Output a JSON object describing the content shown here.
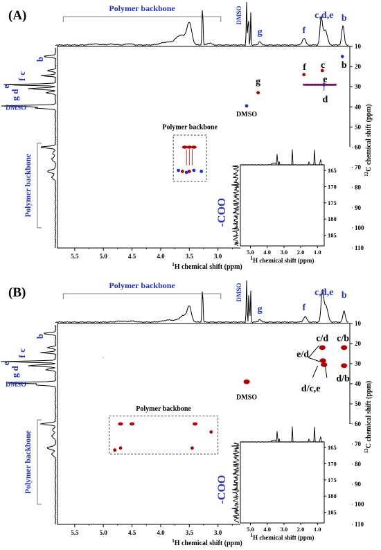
{
  "colors": {
    "blue": "#2233cc",
    "red": "#b50000",
    "dotblue": "#1f2fd8",
    "ink": "#000000"
  },
  "chart_data": [
    {
      "type": "scatter",
      "panel_label": "(A)",
      "xlabel_main": "H chemical shift (ppm)",
      "xlabel_sup": "1",
      "ylabel_main": "C chemical shift (ppm)",
      "ylabel_sup": "13",
      "xlim": [
        5.8,
        0.7
      ],
      "ylim": [
        10,
        110
      ],
      "xticks": [
        "5.5",
        "5.0",
        "4.5",
        "4.0",
        "3.5",
        "3.0",
        "2.5",
        "2.0",
        "1.5",
        "1.0"
      ],
      "yticks": [
        "10",
        "20",
        "30",
        "40",
        "50",
        "60",
        "70",
        "80",
        "90",
        "100",
        "110"
      ],
      "top_labels": {
        "backbone": "Polymer backbone",
        "dmso": "DMSO",
        "g": "g",
        "f": "f",
        "cde": "c,d,e",
        "b": "b"
      },
      "side_labels": {
        "b": "b",
        "c": "c",
        "f": "f",
        "e": "e",
        "d": "d",
        "g": "g",
        "dmso": "DMSO",
        "backbone": "Polymer backbone"
      },
      "annotations": [
        {
          "text": "b",
          "x": 0.8,
          "y": 19
        },
        {
          "text": "f",
          "x": 1.49,
          "y": 20
        },
        {
          "text": "c",
          "x": 1.17,
          "y": 19
        },
        {
          "text": "e",
          "x": 1.13,
          "y": 26
        },
        {
          "text": "g",
          "x": 2.3,
          "y": 27
        },
        {
          "text": "d",
          "x": 1.13,
          "y": 36
        },
        {
          "text": "DMSO",
          "x": 2.5,
          "y": 43
        }
      ],
      "box_label": "Polymer backbone",
      "cross_peaks": [
        {
          "x": 0.83,
          "y": 15,
          "color": "blue"
        },
        {
          "x": 1.5,
          "y": 24,
          "color": "red"
        },
        {
          "x": 1.18,
          "y": 22,
          "color": "red"
        },
        {
          "x": 1.15,
          "y": 29,
          "color": "red"
        },
        {
          "x": 2.3,
          "y": 33,
          "color": "red"
        },
        {
          "x": 2.5,
          "y": 39.5,
          "color": "blue"
        },
        {
          "x": 3.5,
          "y": 60,
          "color": "red"
        },
        {
          "x": 3.42,
          "y": 60,
          "color": "red"
        },
        {
          "x": 3.58,
          "y": 60,
          "color": "red"
        },
        {
          "x": 3.69,
          "y": 71.5,
          "color": "blue"
        },
        {
          "x": 3.62,
          "y": 72,
          "color": "red"
        },
        {
          "x": 3.55,
          "y": 72.5,
          "color": "blue"
        },
        {
          "x": 3.5,
          "y": 72,
          "color": "red"
        },
        {
          "x": 3.42,
          "y": 71.5,
          "color": "blue"
        },
        {
          "x": 3.29,
          "y": 72,
          "color": "blue"
        }
      ],
      "inset": {
        "xlabel_main": "H chemical shift (ppm)",
        "xlabel_sup": "1",
        "xticks": [
          "5.0",
          "4.0",
          "3.0",
          "2.0",
          "1.0"
        ],
        "yticks": [
          "165",
          "170",
          "175",
          "180",
          "185"
        ],
        "side_label": "-COO"
      }
    },
    {
      "type": "scatter",
      "panel_label": "(B)",
      "xlabel_main": "H chemical shift (ppm)",
      "xlabel_sup": "1",
      "ylabel_main": "C chemical shift (ppm)",
      "ylabel_sup": "13",
      "xlim": [
        5.8,
        0.7
      ],
      "ylim": [
        10,
        110
      ],
      "xticks": [
        "5.5",
        "5.0",
        "4.5",
        "4.0",
        "3.5",
        "3.0",
        "2.5",
        "2.0",
        "1.5",
        "1.0"
      ],
      "yticks": [
        "10",
        "20",
        "30",
        "40",
        "50",
        "60",
        "70",
        "80",
        "90",
        "100",
        "110"
      ],
      "top_labels": {
        "backbone": "Polymer backbone",
        "dmso": "DMSO",
        "g": "g",
        "f": "f",
        "cde": "c,d,e",
        "b": "b"
      },
      "side_labels": {
        "b": "b",
        "c": "c",
        "f": "f",
        "e": "e",
        "d": "d",
        "g": "g",
        "dmso": "DMSO",
        "backbone": "Polymer backbone"
      },
      "annotations": [
        {
          "text": "c/d",
          "x": 1.18,
          "y": 17
        },
        {
          "text": "c/b",
          "x": 0.82,
          "y": 17
        },
        {
          "text": "e/d",
          "x": 1.52,
          "y": 25
        },
        {
          "text": "d/b",
          "x": 0.82,
          "y": 37
        },
        {
          "text": "d/c,e",
          "x": 1.38,
          "y": 42
        },
        {
          "text": "DMSO",
          "x": 2.5,
          "y": 46
        }
      ],
      "box_label": "Polymer backbone",
      "cross_peaks": [
        {
          "x": 1.18,
          "y": 22,
          "color": "red"
        },
        {
          "x": 0.8,
          "y": 22,
          "color": "red"
        },
        {
          "x": 1.17,
          "y": 28.5,
          "color": "red"
        },
        {
          "x": 1.15,
          "y": 30.5,
          "color": "red"
        },
        {
          "x": 0.8,
          "y": 31,
          "color": "red"
        },
        {
          "x": 2.5,
          "y": 39,
          "color": "red"
        },
        {
          "x": 4.7,
          "y": 60,
          "color": "red"
        },
        {
          "x": 4.5,
          "y": 60,
          "color": "red"
        },
        {
          "x": 3.4,
          "y": 60,
          "color": "red"
        },
        {
          "x": 4.7,
          "y": 72,
          "color": "red"
        },
        {
          "x": 3.45,
          "y": 72,
          "color": "red"
        },
        {
          "x": 3.12,
          "y": 64,
          "color": "red"
        },
        {
          "x": 4.8,
          "y": 73,
          "color": "red"
        }
      ],
      "inset": {
        "xlabel_main": "H chemical shift (ppm)",
        "xlabel_sup": "1",
        "xticks": [
          "5.0",
          "4.0",
          "3.0",
          "2.0",
          "1.0"
        ],
        "yticks": [
          "165",
          "170",
          "175",
          "180",
          "185"
        ],
        "side_label": "-COO"
      }
    }
  ]
}
